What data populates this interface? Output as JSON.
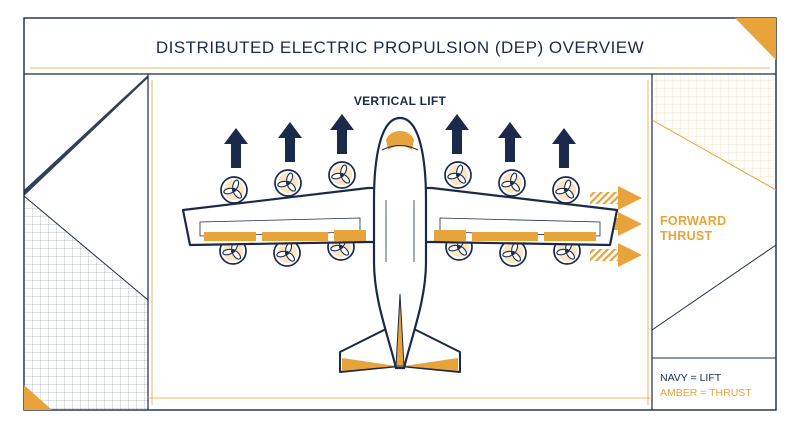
{
  "title": "DISTRIBUTED ELECTRIC PROPULSION (DEP) OVERVIEW",
  "labels": {
    "vertical_lift": "VERTICAL LIFT",
    "forward_thrust_line1": "FORWARD",
    "forward_thrust_line2": "THRUST"
  },
  "legend": {
    "navy": "NAVY = LIFT",
    "amber": "AMBER = THRUST"
  },
  "colors": {
    "navy": "#1b2a4a",
    "amber": "#e8a33a",
    "background": "#ffffff"
  },
  "icons": {
    "lift_arrow": "up-arrow-icon",
    "thrust_arrow": "right-arrow-icon",
    "rotor": "propeller-icon"
  }
}
